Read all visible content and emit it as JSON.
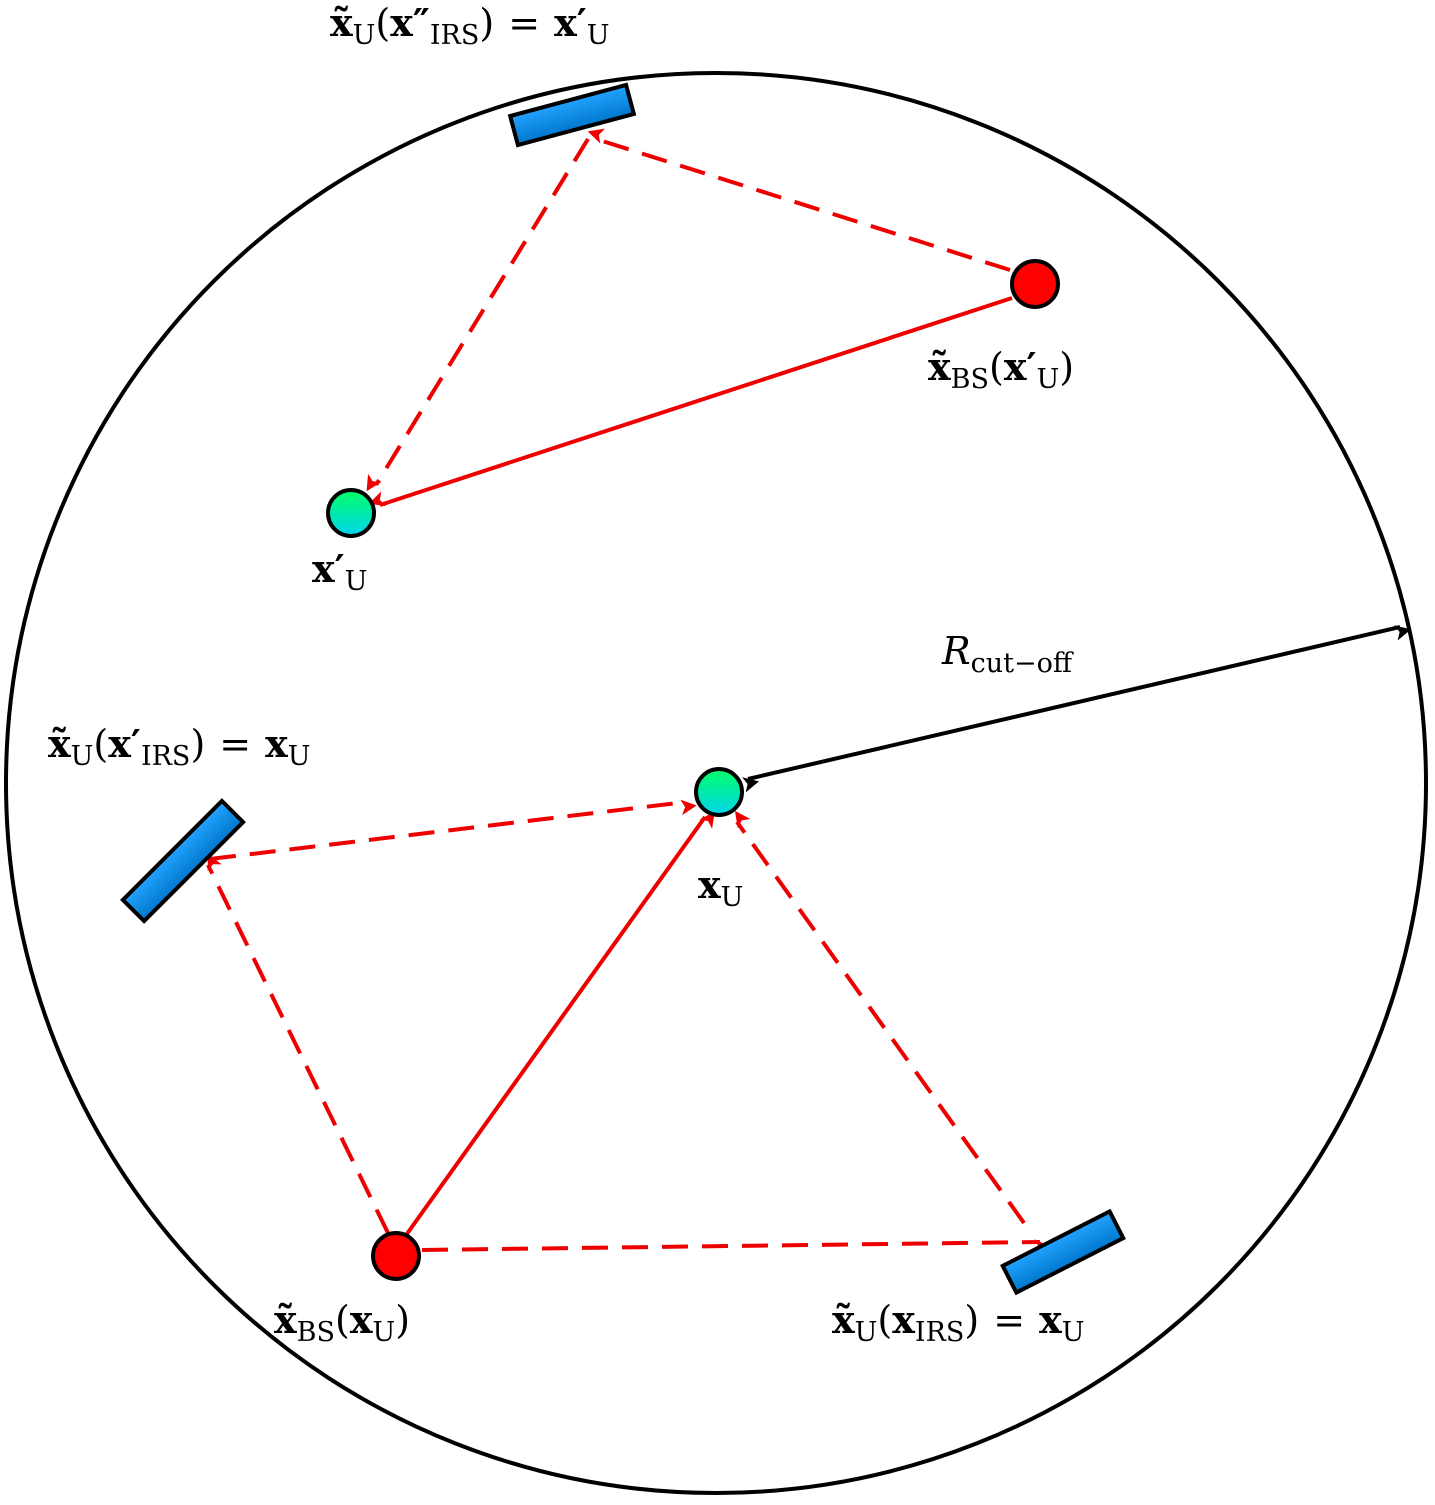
{
  "colors": {
    "background": "#ffffff",
    "boundary": "#000000",
    "signal_path": "#ee0000",
    "bs_fill": "#ff0000",
    "user_fill_top": "#00ff66",
    "user_fill_bottom": "#00d5ee",
    "irs_fill_top": "#22a2ff",
    "irs_fill_bottom": "#0077cc",
    "outline": "#000000"
  },
  "labels": {
    "irs_top": {
      "base": "x̃",
      "base_sub": "U",
      "arg": "x″",
      "arg_sub": "IRS",
      "eq": "x′",
      "eq_sub": "U"
    },
    "bs_top": {
      "base": "x̃",
      "base_sub": "BS",
      "arg": "x′",
      "arg_sub": "U"
    },
    "user_top": {
      "base": "x′",
      "sub": "U"
    },
    "radius": {
      "base": "R",
      "sub": "cut−off"
    },
    "irs_left": {
      "base": "x̃",
      "base_sub": "U",
      "arg": "x′",
      "arg_sub": "IRS",
      "eq": "x",
      "eq_sub": "U"
    },
    "user_center": {
      "base": "x",
      "sub": "U"
    },
    "bs_bottom": {
      "base": "x̃",
      "base_sub": "BS",
      "arg": "x",
      "arg_sub": "U"
    },
    "irs_bottom": {
      "base": "x̃",
      "base_sub": "U",
      "arg": "x",
      "arg_sub": "IRS",
      "eq": "x",
      "eq_sub": "U"
    }
  },
  "symbols": {
    "open": "(",
    "close": ")",
    "equals": "="
  }
}
